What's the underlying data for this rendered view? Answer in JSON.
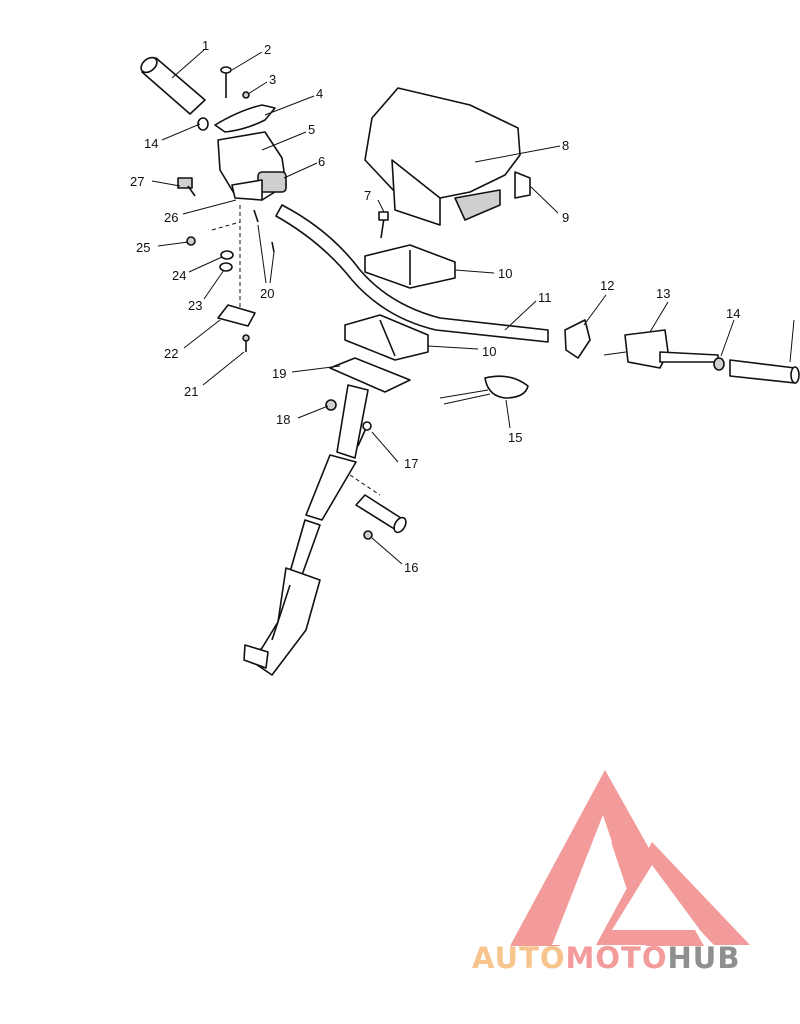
{
  "diagram": {
    "callouts": [
      "1",
      "2",
      "3",
      "4",
      "14",
      "5",
      "6",
      "27",
      "26",
      "25",
      "24",
      "23",
      "20",
      "22",
      "21",
      "7",
      "8",
      "9",
      "10",
      "11",
      "10",
      "12",
      "13",
      "14",
      "19",
      "18",
      "15",
      "17",
      "16"
    ]
  },
  "watermark": {
    "part1": "AUTO",
    "part2": "MOTO",
    "part3": "HUB",
    "colors": {
      "auto": "#f7c48d",
      "moto": "#f39a9a",
      "hub": "#8f8f8f",
      "logo": "#f39a9a"
    }
  }
}
